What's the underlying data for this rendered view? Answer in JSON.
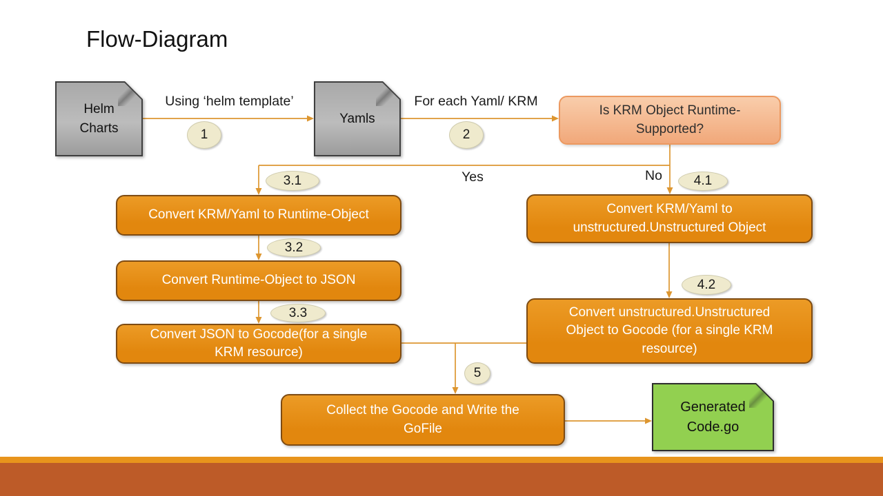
{
  "slide": {
    "title": "Flow-Diagram"
  },
  "nodes": {
    "helm": {
      "label": "Helm Charts"
    },
    "yamls": {
      "label": "Yamls"
    },
    "decision": {
      "label": "Is KRM Object Runtime-Supported?"
    },
    "s31": {
      "label": "Convert KRM/Yaml to Runtime-Object"
    },
    "s32": {
      "label": "Convert Runtime-Object to JSON"
    },
    "s33": {
      "label": "Convert JSON to Gocode(for a single KRM resource)"
    },
    "s41": {
      "label": "Convert KRM/Yaml to unstructured.Unstructured Object"
    },
    "s42": {
      "label": "Convert unstructured.Unstructured Object to Gocode (for a single KRM resource)"
    },
    "collect": {
      "label": "Collect the Gocode and Write the GoFile"
    },
    "generated": {
      "label": "Generated Code.go"
    }
  },
  "edge_labels": {
    "helm_to_yamls": "Using ‘helm template’",
    "yamls_to_decision": "For each Yaml/ KRM",
    "yes": "Yes",
    "no": "No"
  },
  "badges": {
    "b1": "1",
    "b2": "2",
    "b31": "3.1",
    "b32": "3.2",
    "b33": "3.3",
    "b41": "4.1",
    "b42": "4.2",
    "b5": "5"
  },
  "colors": {
    "process-fill": "#E2870E",
    "process-fill-light": "#EC9B26",
    "process-border": "#7E4B12",
    "process-text": "#FFFFFF",
    "decision-fill-top": "#F9CDAB",
    "decision-fill-bottom": "#F1A87A",
    "decision-border": "#EC9960",
    "doc-fill-top": "#A9A9A9",
    "doc-fill-mid": "#BCBCBC",
    "doc-fill-bottom": "#9C9C9C",
    "doc-border": "#3F3F3F",
    "output-fill": "#92D050",
    "output-border": "#2D2D2D",
    "badge-fill": "#EFEACD",
    "badge-border": "#CFCBAD",
    "connector": "#DD9630",
    "footer-bar": "#E8941C",
    "footer-band": "#BD5B28"
  }
}
